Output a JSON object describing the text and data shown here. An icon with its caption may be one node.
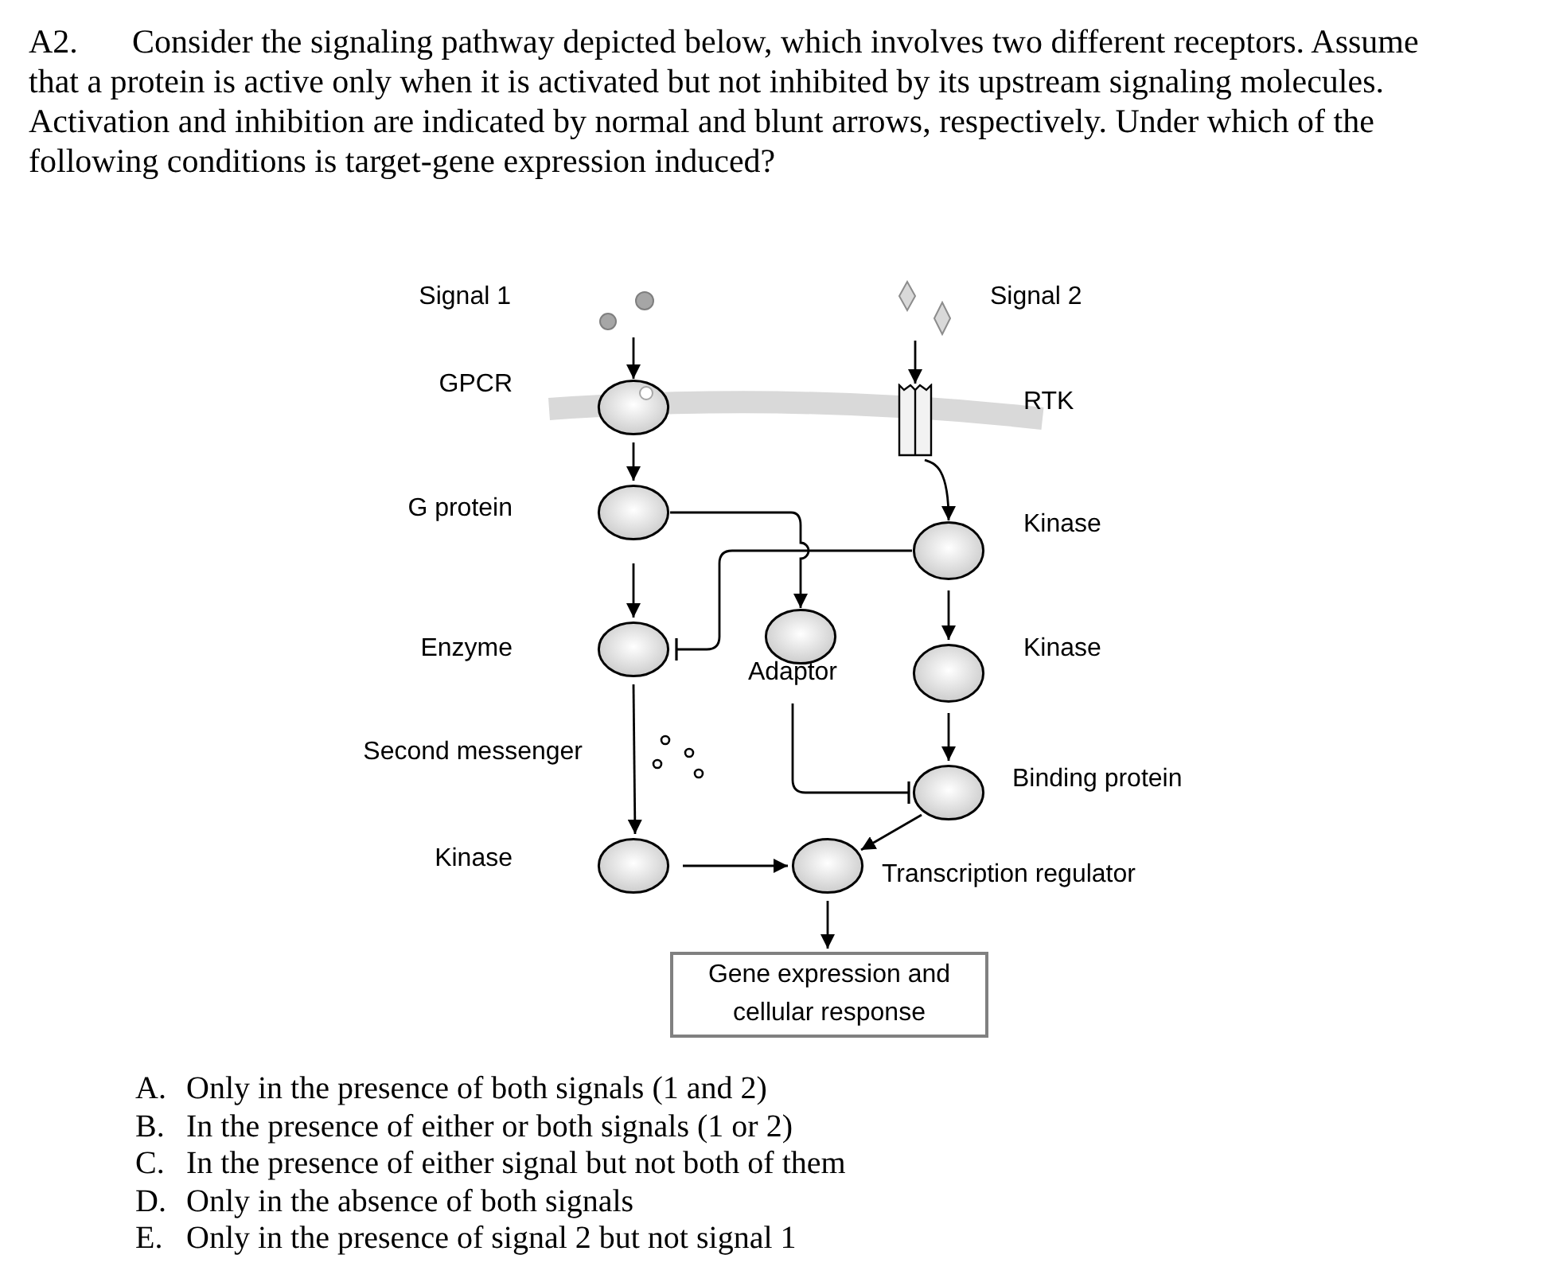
{
  "diagram": {
    "nodes": [
      {
        "text": [],
        "shape": "circle",
        "beside": [
          "Signal 1"
        ]
      },
      {
        "text": [],
        "shape": "diamond",
        "beside": [
          "Signal 2"
        ]
      },
      {
        "text": [],
        "shape": "circle",
        "beside": [
          "GPCR"
        ]
      },
      {
        "text": [],
        "shape": "box",
        "beside": [
          "RTK"
        ]
      },
      {
        "text": [],
        "shape": "circle",
        "beside": [
          "G protein"
        ]
      },
      {
        "text": [],
        "shape": "circle",
        "beside": [
          "Kinase"
        ]
      },
      {
        "text": [],
        "shape": "circle",
        "beside": [
          "Enzyme"
        ]
      },
      {
        "text": [],
        "shape": "circle",
        "beside": [
          "Adaptor"
        ]
      },
      {
        "text": [],
        "shape": "circle",
        "beside": [
          "Kinase"
        ]
      },
      {
        "text": [],
        "shape": "circle",
        "beside": [
          "Binding protein"
        ]
      },
      {
        "text": [],
        "shape": "circle",
        "beside": [
          "Kinase"
        ]
      },
      {
        "text": [],
        "shape": "circle",
        "beside": [
          "Transcription regulator"
        ]
      },
      {
        "text": [
          "Gene expression and cellular response"
        ]
      }
    ],
    "edges": [
      {
        "from": 0,
        "to": 2,
        "arrow": "to"
      },
      {
        "from": 1,
        "to": 3,
        "arrow": "to"
      },
      {
        "from": 2,
        "to": 4,
        "arrow": "to"
      },
      {
        "from": 3,
        "to": 5,
        "arrow": "to"
      },
      {
        "from": 4,
        "to": 6,
        "arrow": "to"
      },
      {
        "from": 4,
        "to": 7,
        "arrow": "to"
      },
      {
        "from": 5,
        "to": 6,
        "arrow": "other"
      },
      {
        "from": 5,
        "to": 8,
        "arrow": "to"
      },
      {
        "from": 6,
        "to": 10,
        "arrow": "to"
      },
      {
        "from": 7,
        "to": 9,
        "arrow": "other"
      },
      {
        "from": 8,
        "to": 9,
        "arrow": "to"
      },
      {
        "from": 9,
        "to": 11,
        "arrow": "to"
      },
      {
        "from": 10,
        "to": 11,
        "arrow": "to"
      },
      {
        "from": 11,
        "to": 12,
        "arrow": "to"
      }
    ],
    "labels": [
      "A2.",
      "Consider the signaling pathway depicted below, which involves two different receptors. Assume that a protein is active only when it is activated but not inhibited by its upstream signaling molecules. Activation and inhibition are indicated by normal and blunt arrows, respectively. Under which of the following conditions is target-gene expression induced?",
      "Second messenger",
      "A.",
      "Only in the presence of both signals (1 and 2)",
      "B.",
      "In the presence of either or both signals (1 or 2)",
      "C.",
      "In the presence of either signal but not both of them",
      "D.",
      "Only in the absence of both signals",
      "E.",
      "Only in the presence of signal 2 but not signal 1"
    ]
  }
}
